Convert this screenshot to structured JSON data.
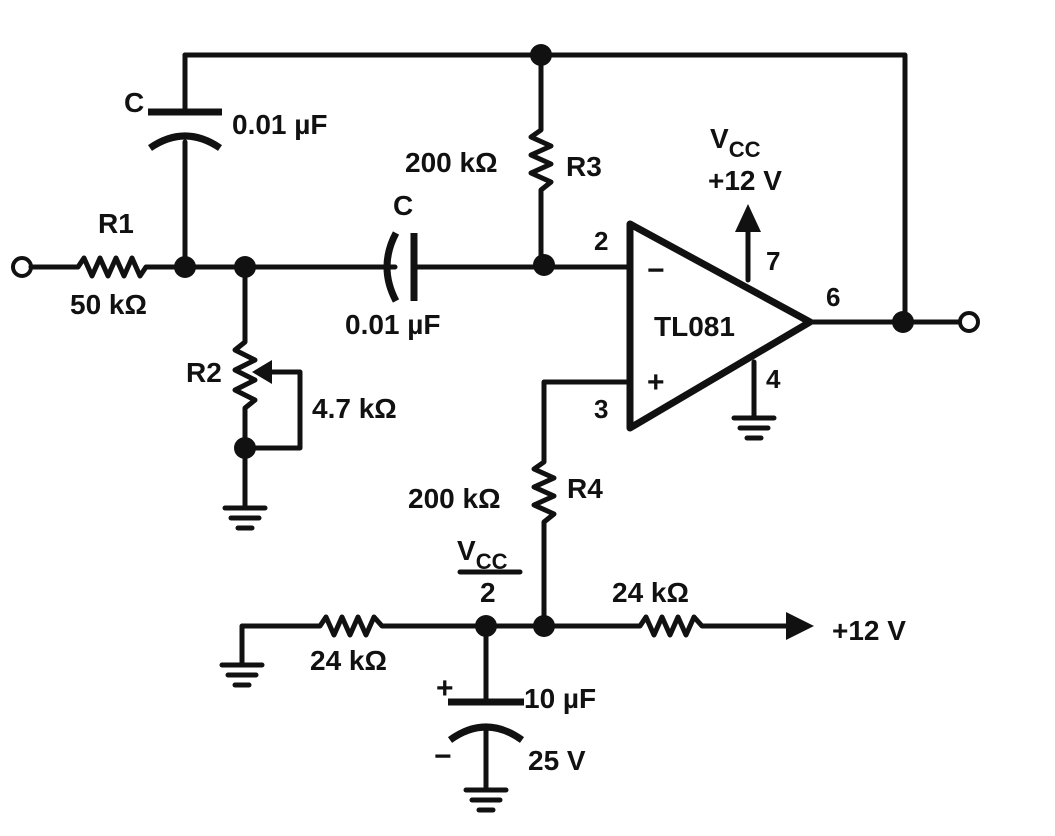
{
  "components": {
    "c_top": {
      "name": "C",
      "value": "0.01 µF"
    },
    "c_mid": {
      "name": "C",
      "value": "0.01 µF"
    },
    "r1": {
      "name": "R1",
      "value": "50 kΩ"
    },
    "r2": {
      "name": "R2",
      "value": "4.7 kΩ"
    },
    "r3": {
      "name": "R3",
      "value": "200 kΩ"
    },
    "r4": {
      "name": "R4",
      "value": "200 kΩ"
    },
    "r_bias_left": {
      "value": "24 kΩ"
    },
    "r_bias_right": {
      "value": "24 kΩ"
    },
    "c_bias": {
      "value": "10 µF",
      "voltage": "25 V",
      "plus": "+",
      "minus": "−"
    }
  },
  "opamp": {
    "name": "TL081",
    "pin_inv": "2",
    "pin_noninv": "3",
    "pin_vcc": "7",
    "pin_gnd": "4",
    "pin_out": "6",
    "sign_inv": "−",
    "sign_noninv": "+"
  },
  "supply": {
    "vcc_main": "V",
    "vcc_sub": "CC",
    "vcc_value": "+12 V",
    "bias_main": "V",
    "bias_sub": "CC",
    "bias_denominator": "2",
    "input_supply": "+12 V"
  }
}
